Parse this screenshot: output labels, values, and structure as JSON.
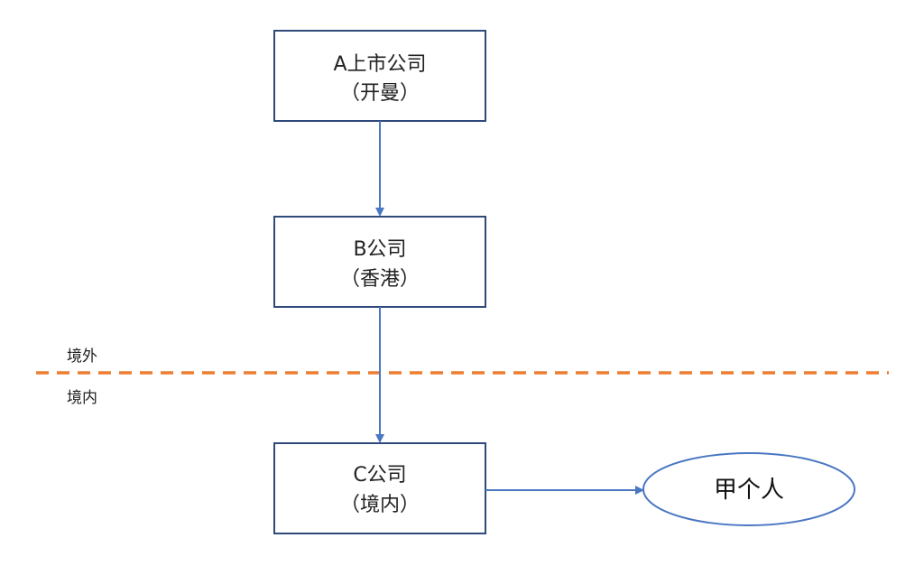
{
  "nodes": {
    "a": {
      "line1": "A上市公司",
      "line2": "（开曼）"
    },
    "b": {
      "line1": "B公司",
      "line2": "（香港）"
    },
    "c": {
      "line1": "C公司",
      "line2": "（境内）"
    },
    "person": {
      "label": "甲个人"
    }
  },
  "regions": {
    "offshore_label": "境外",
    "onshore_label": "境内"
  },
  "colors": {
    "box_stroke": "#2F4A7A",
    "arrow": "#4A77C2",
    "ellipse_stroke": "#4A77C2",
    "border_line": "#ED7D31"
  }
}
